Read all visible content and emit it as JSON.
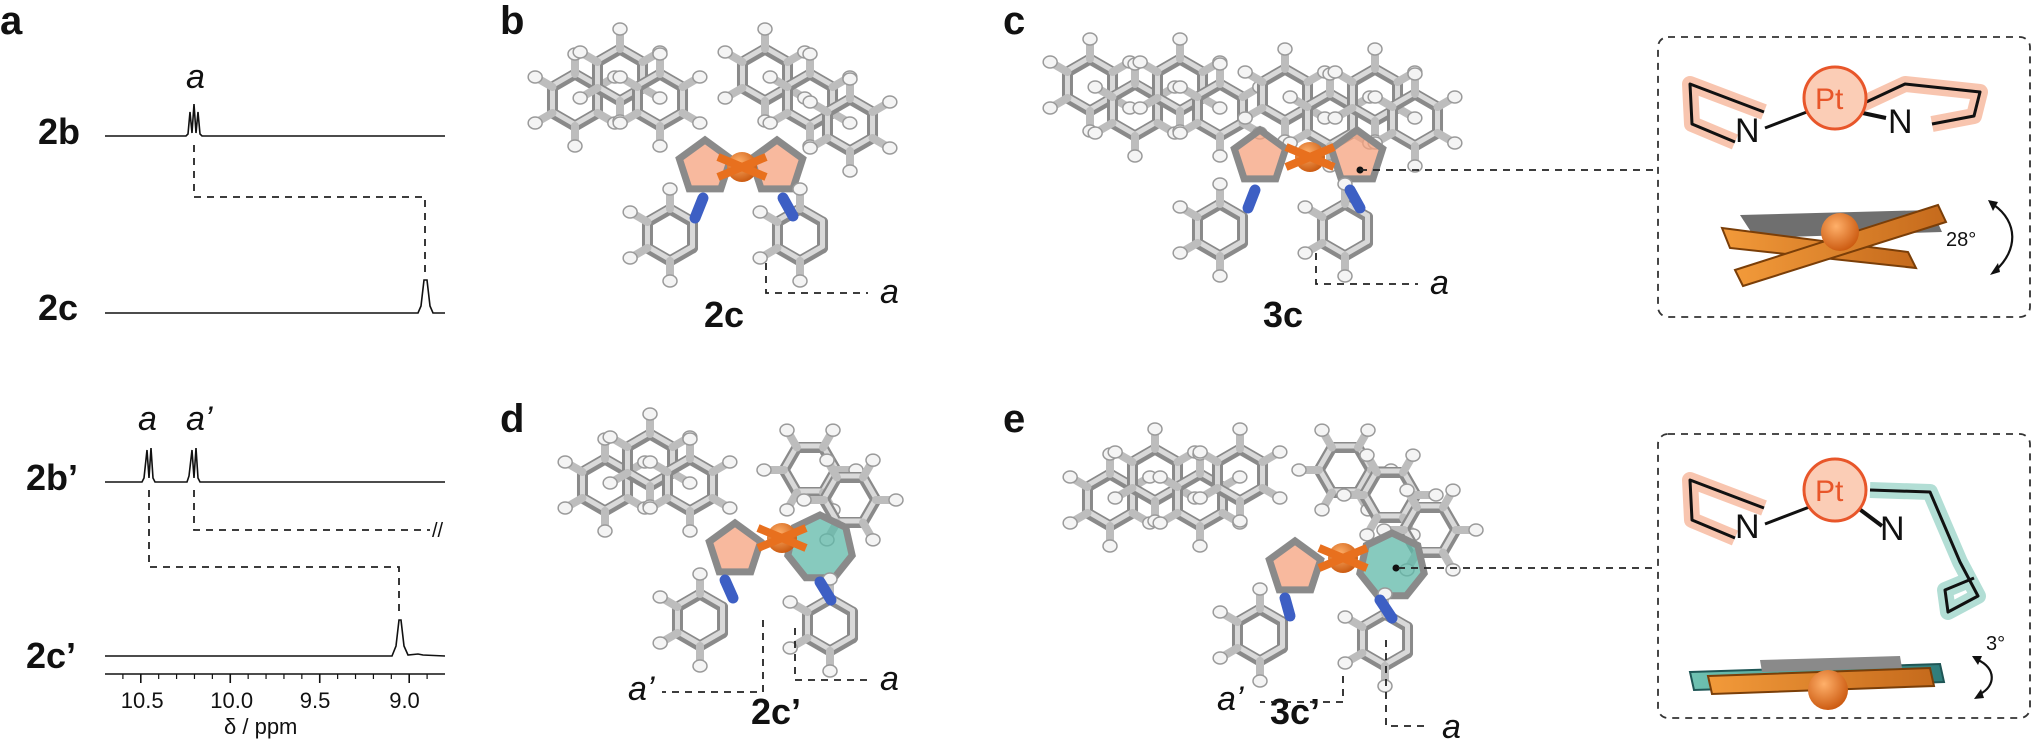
{
  "panels": {
    "a": "a",
    "b": "b",
    "c": "c",
    "d": "d",
    "e": "e"
  },
  "nmr": {
    "spectra": [
      {
        "label": "2b",
        "peaks": [
          {
            "ppm": 10.18,
            "label": "a"
          }
        ]
      },
      {
        "label": "2c",
        "peaks": [
          {
            "ppm": 8.93,
            "label": ""
          }
        ]
      },
      {
        "label": "2b’",
        "peaks": [
          {
            "ppm": 10.42,
            "label": "a"
          },
          {
            "ppm": 10.18,
            "label": "a’"
          }
        ]
      },
      {
        "label": "2c’",
        "peaks": [
          {
            "ppm": 9.04,
            "label": ""
          }
        ]
      }
    ],
    "break_mark": "//",
    "axis": {
      "label": "δ / ppm",
      "range": [
        10.7,
        8.8
      ],
      "ticks": [
        "10.5",
        "10.0",
        "9.5",
        "9.0"
      ]
    }
  },
  "structures": {
    "b": {
      "compound": "2c",
      "proton_label": "a"
    },
    "c": {
      "compound": "3c",
      "proton_label": "a",
      "angle": "28°"
    },
    "d": {
      "compound": "2c’",
      "proton_labels": [
        "a’",
        "a"
      ]
    },
    "e": {
      "compound": "3c’",
      "proton_labels": [
        "a’",
        "a"
      ],
      "angle": "3°"
    }
  },
  "schematic": {
    "metal": "Pt",
    "donor": "N"
  },
  "colors": {
    "platinum": "#e8701e",
    "five_ring": "#f6a27d",
    "six_ring": "#5fb8a8",
    "nitrogen": "#3d5fc4",
    "carbon": "#8a8a8a"
  }
}
